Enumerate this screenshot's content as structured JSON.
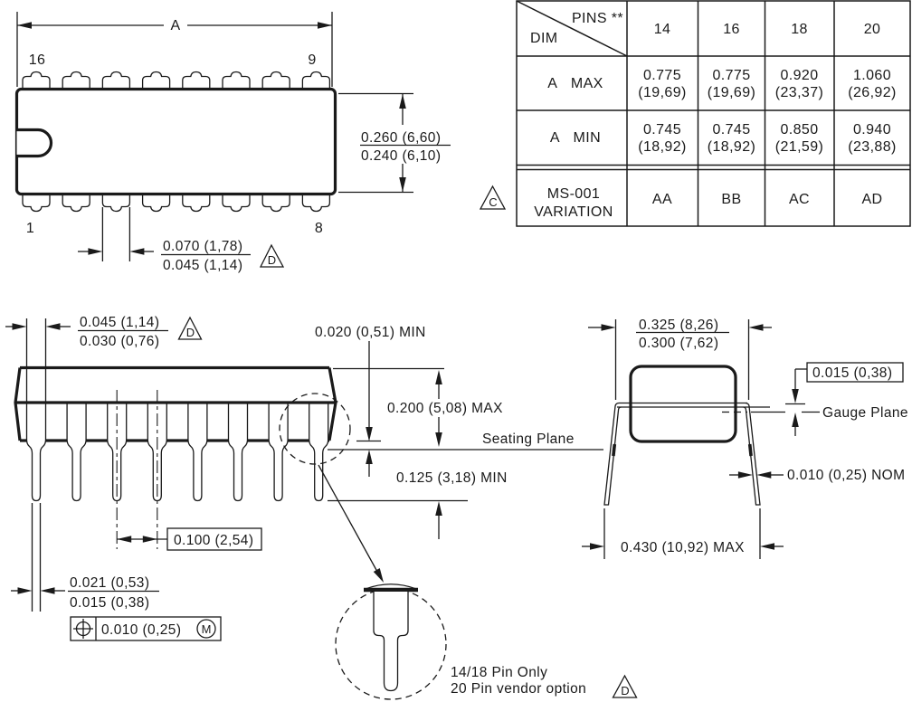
{
  "flags": {
    "c": "C",
    "d": "D"
  },
  "table": {
    "header_pins": "PINS **",
    "header_dim": "DIM",
    "columns": [
      "14",
      "16",
      "18",
      "20"
    ],
    "a_max": {
      "label": "A   MAX",
      "cells": [
        [
          "0.775",
          "(19,69)"
        ],
        [
          "0.775",
          "(19,69)"
        ],
        [
          "0.920",
          "(23,37)"
        ],
        [
          "1.060",
          "(26,92)"
        ]
      ]
    },
    "a_min": {
      "label": "A   MIN",
      "cells": [
        [
          "0.745",
          "(18,92)"
        ],
        [
          "0.745",
          "(18,92)"
        ],
        [
          "0.850",
          "(21,59)"
        ],
        [
          "0.940",
          "(23,88)"
        ]
      ]
    },
    "variation": {
      "label_line1": "MS-001",
      "label_line2": "VARIATION",
      "cells": [
        "AA",
        "BB",
        "AC",
        "AD"
      ]
    }
  },
  "top_view": {
    "overall_dim": "A",
    "pin_top_left": "16",
    "pin_top_right": "9",
    "pin_bottom_left": "1",
    "pin_bottom_right": "8",
    "body_width_max": "0.260 (6,60)",
    "body_width_min": "0.240 (6,10)",
    "blade_width_max": "0.070 (1,78)",
    "blade_width_min": "0.045 (1,14)"
  },
  "side_view": {
    "blade_width_max": "0.045 (1,14)",
    "blade_width_min": "0.030 (0,76)",
    "standoff_dim": "0.020 (0,51) MIN",
    "height_dim": "0.200 (5,08) MAX",
    "seating_plane_label": "Seating Plane",
    "lead_length_dim": "0.125 (3,18) MIN",
    "pitch_dim": "0.100 (2,54)",
    "lead_width_max": "0.021 (0,53)",
    "lead_width_min": "0.015 (0,38)",
    "tolerance_value": "0.010 (0,25)",
    "tolerance_modifier": "M"
  },
  "end_view": {
    "row_span_max": "0.325 (8,26)",
    "row_span_min": "0.300 (7,62)",
    "gauge_offset_dim": "0.015 (0,38)",
    "gauge_plane_label": "Gauge Plane",
    "lead_thickness_dim": "0.010 (0,25) NOM",
    "overall_width_dim": "0.430 (10,92) MAX"
  },
  "detail": {
    "note_line1": "14/18 Pin Only",
    "note_line2": "20 Pin vendor option"
  }
}
